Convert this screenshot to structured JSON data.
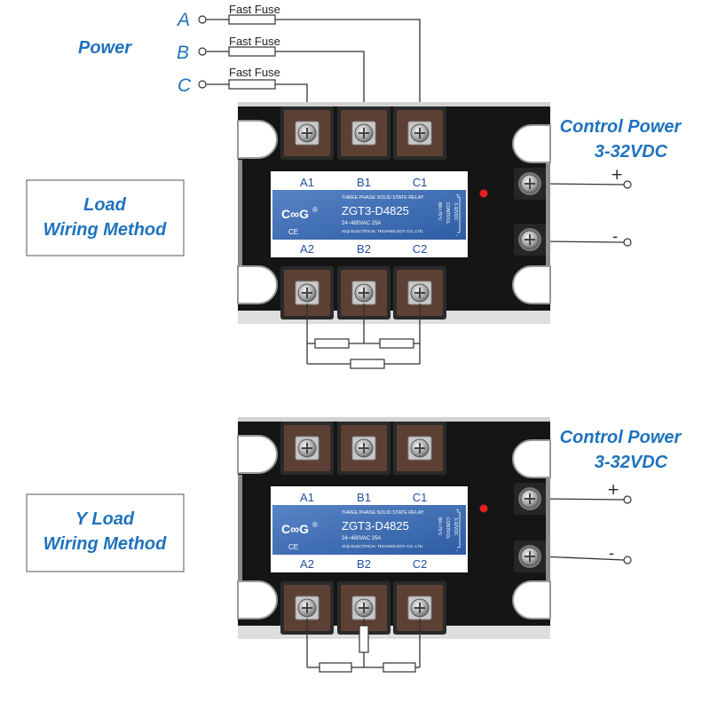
{
  "power": {
    "label": "Power",
    "phases": [
      {
        "letter": "A",
        "fuse_label": "Fast Fuse"
      },
      {
        "letter": "B",
        "fuse_label": "Fast Fuse"
      },
      {
        "letter": "C",
        "fuse_label": "Fast Fuse"
      }
    ]
  },
  "load_diagram": {
    "method_label": [
      "Load",
      "Wiring Method"
    ],
    "control_power": {
      "title": "Control Power",
      "voltage": "3-32VDC",
      "plus": "+",
      "minus": "-"
    }
  },
  "y_load_diagram": {
    "method_label": [
      "Y Load",
      "Wiring Method"
    ],
    "control_power": {
      "title": "Control Power",
      "voltage": "3-32VDC",
      "plus": "+",
      "minus": "-"
    }
  },
  "relay": {
    "input_terminals": [
      "A1",
      "B1",
      "C1"
    ],
    "output_terminals": [
      "A2",
      "B2",
      "C2"
    ],
    "label": {
      "brand": "C∞G",
      "registered_mark": "®",
      "ce_mark": "CE",
      "title": "THREE PHASE SOLID STATE RELAY",
      "model": "ZGT3-D4825",
      "rating": "24~480VAC 25A",
      "manufacturer": "XIQI ELECTRICAL TECHNOLOGY CO.,LTD.",
      "temperature": "BK<75℃",
      "control_caption": "CONTROL",
      "control_voltage": "3-32VDC",
      "plus": "+",
      "minus": "-"
    }
  },
  "icons": [
    "fuse-icon",
    "resistor-icon",
    "screw-terminal-icon",
    "led-indicator-icon",
    "wire-end-terminal-icon"
  ],
  "colors": {
    "accent_blue": "#1f72bd",
    "label_blue": "#3d6cb3",
    "relay_body": "#151515",
    "terminal_brown": "#5c4034",
    "led_red": "#e02020"
  }
}
